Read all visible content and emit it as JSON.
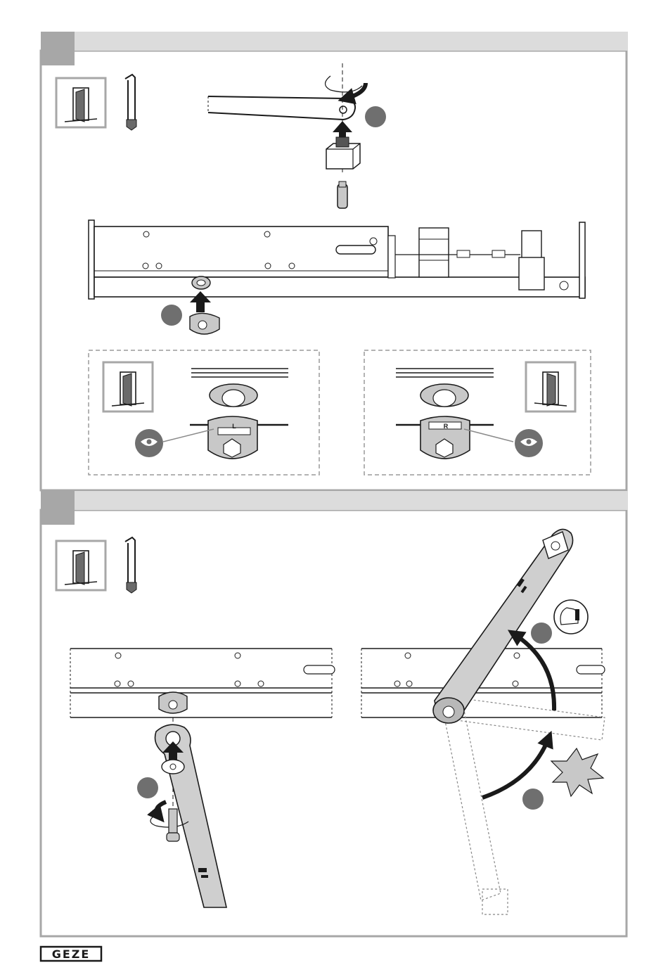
{
  "brand": {
    "logo_text": "GEZE"
  },
  "colors": {
    "frame": "#a7a7a7",
    "header_bar": "#dcdcdc",
    "step_tab": "#a7a7a7",
    "marker": "#6f6f6f",
    "part_fill": "#c8c8c8",
    "arm_fill": "#cfcfcf",
    "dashed_box": "#9a9a9a",
    "arrow": "#1a1a1a"
  },
  "section_1": {
    "icons": [
      "door-icon",
      "hex-key-icon"
    ],
    "orientation_left": {
      "label": "L",
      "icons": [
        "door-icon",
        "eye-icon"
      ]
    },
    "orientation_right": {
      "label": "R",
      "icons": [
        "door-icon",
        "eye-icon"
      ]
    }
  },
  "section_2": {
    "icons": [
      "door-icon",
      "hex-key-icon",
      "strength-icon",
      "impact-burst-icon"
    ]
  }
}
